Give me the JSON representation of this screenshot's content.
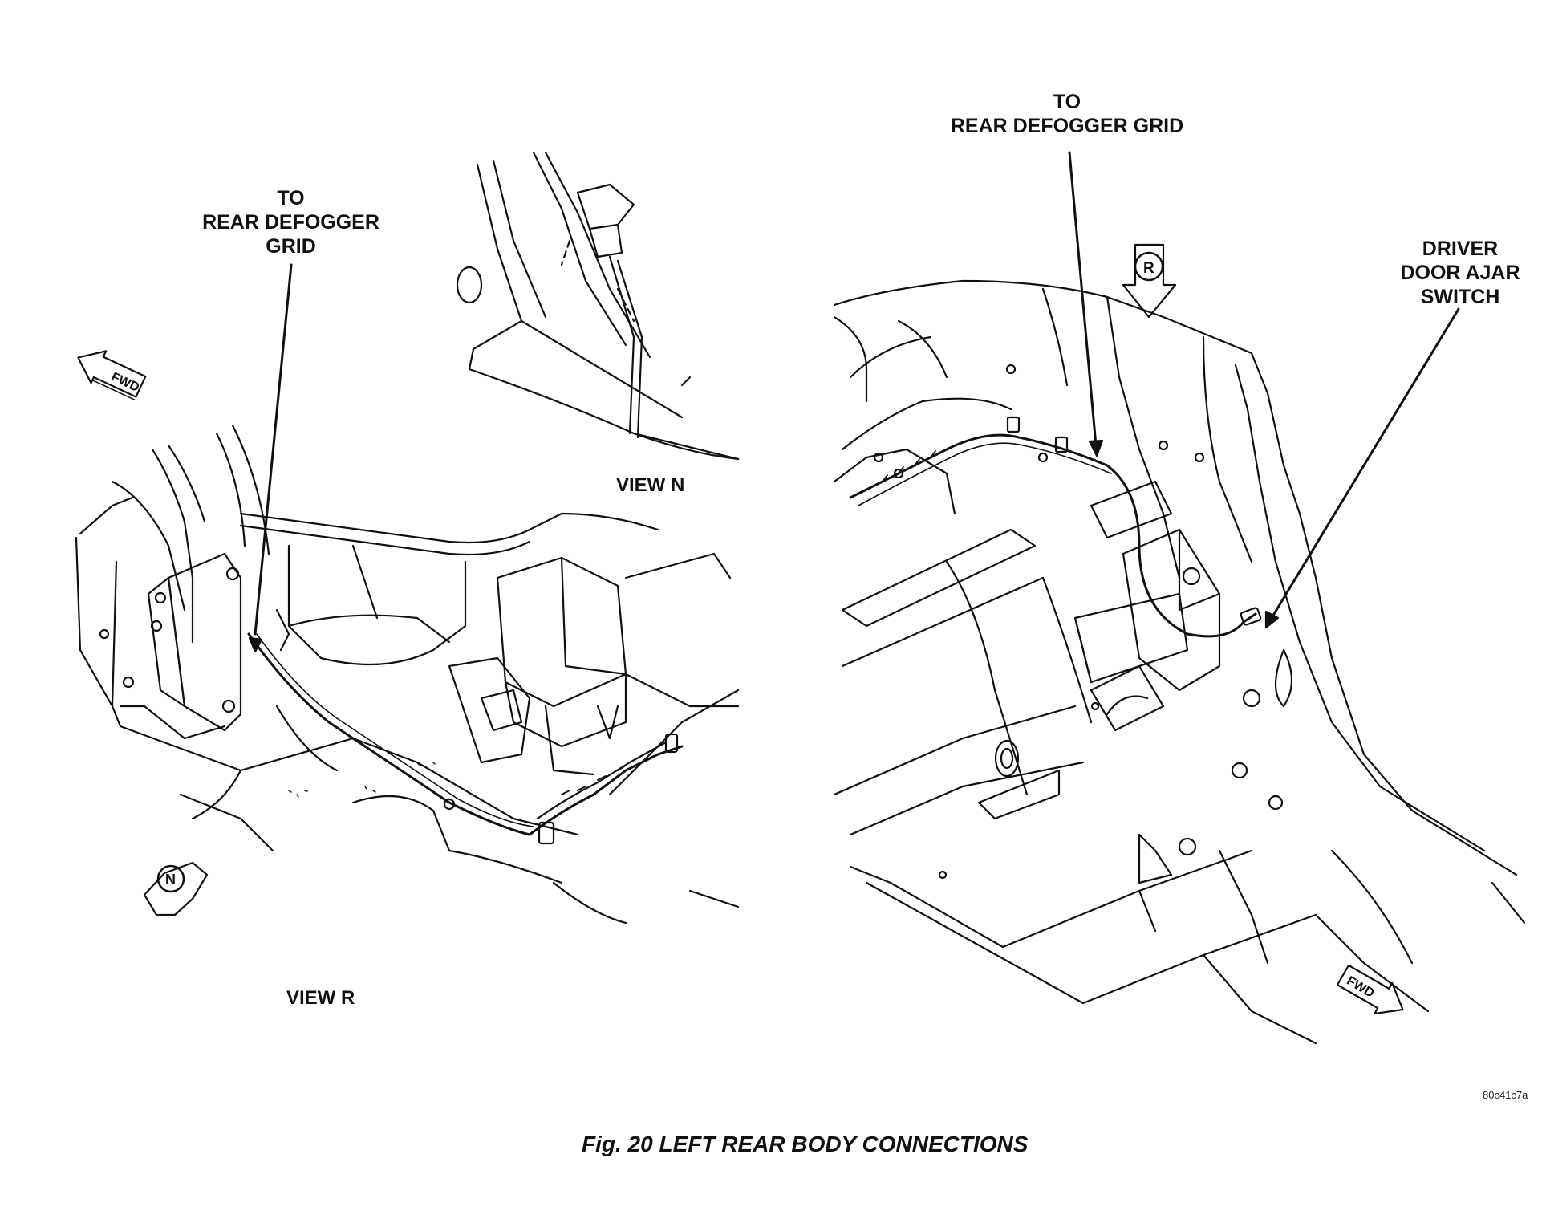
{
  "left_view": {
    "defogger_label_line1": "TO",
    "defogger_label_line2": "REAR DEFOGGER",
    "defogger_label_line3": "GRID",
    "view_n_title": "VIEW N",
    "view_r_title": "VIEW R",
    "fwd_marker": "FWD",
    "view_marker": "N"
  },
  "right_view": {
    "defogger_label_line1": "TO",
    "defogger_label_line2": "REAR DEFOGGER GRID",
    "switch_label_line1": "DRIVER",
    "switch_label_line2": "DOOR AJAR",
    "switch_label_line3": "SWITCH",
    "view_marker": "R",
    "fwd_marker": "FWD"
  },
  "figure_code": "80c41c7a",
  "caption": "Fig. 20 LEFT REAR BODY CONNECTIONS"
}
